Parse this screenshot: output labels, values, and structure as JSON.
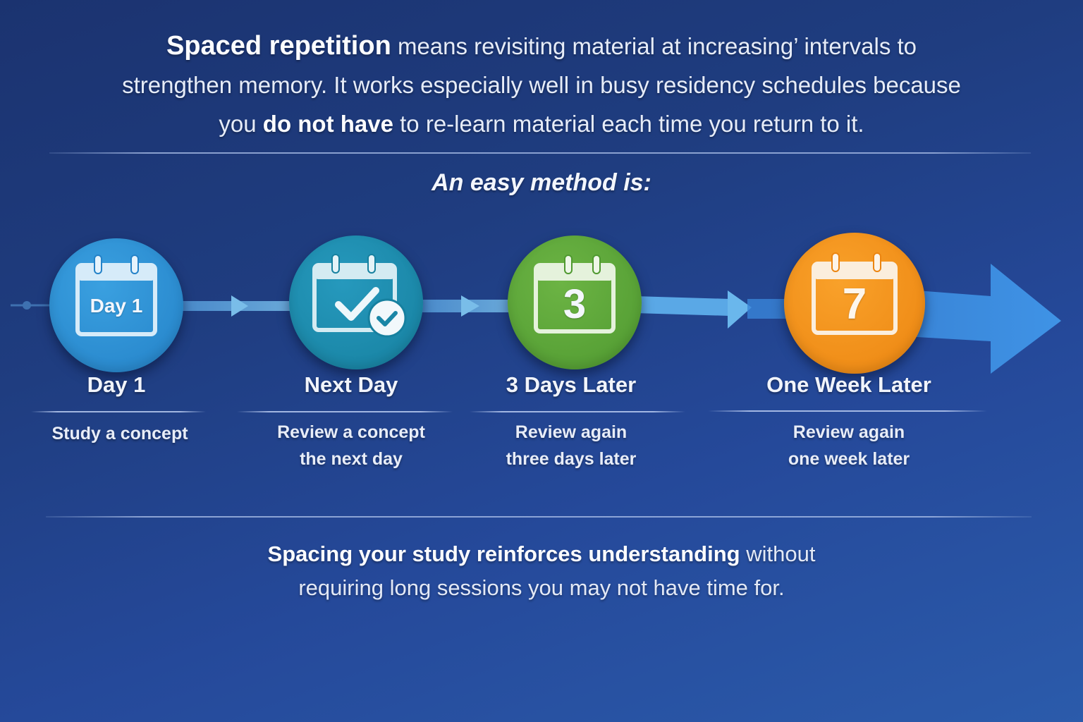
{
  "intro": {
    "line1_bold": "Spaced repetition",
    "line1_rest": " means revisiting material at increasing’ intervals to",
    "line2": "strengthen memory. It works especially well in busy residency schedules because",
    "line3_pre": "you ",
    "line3_bold": "do not have",
    "line3_post": " to re-learn material each time you return to it."
  },
  "method_heading": "An easy method is:",
  "steps": [
    {
      "icon": "calendar-day1-icon",
      "icon_text": "Day 1",
      "color": "#2f8fd4",
      "title": "Day 1",
      "desc_line1": "Study a concept",
      "desc_line2": ""
    },
    {
      "icon": "calendar-check-icon",
      "icon_text": "",
      "color": "#1f8db0",
      "title": "Next Day",
      "desc_line1": "Review a concept",
      "desc_line2": "the next day"
    },
    {
      "icon": "calendar-3-icon",
      "icon_text": "3",
      "color": "#5fa63c",
      "title": "3 Days Later",
      "desc_line1": "Review again",
      "desc_line2": "three days later"
    },
    {
      "icon": "calendar-7-icon",
      "icon_text": "7",
      "color": "#f08c14",
      "title": "One Week Later",
      "desc_line1": "Review again",
      "desc_line2": "one week later"
    }
  ],
  "summary": {
    "bold": "Spacing your study reinforces understanding",
    "rest1": " without",
    "line2": "requiring long sessions you may not have time for."
  },
  "colors": {
    "background_top": "#1b3370",
    "background_bottom": "#2b5bab",
    "arrow": "#3f8fe0",
    "arrow_light": "#7cc3ee"
  }
}
